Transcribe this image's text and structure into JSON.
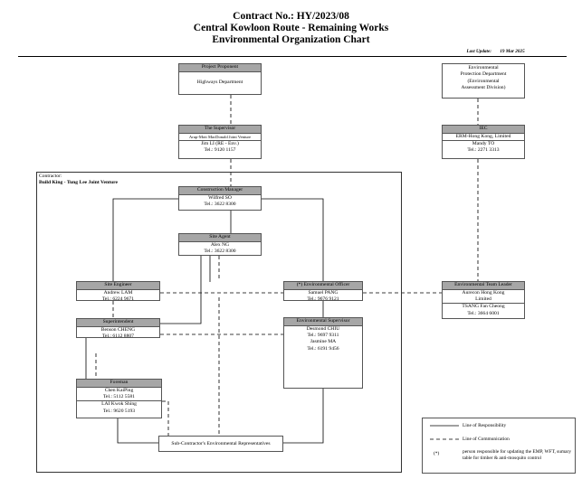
{
  "title": {
    "line1": "Contract No.: HY/2023/08",
    "line2": "Central Kowloon Route - Remaining Works",
    "line3": "Environmental Organization Chart"
  },
  "last_update": {
    "label": "Last Update:",
    "date": "19 Mar 2025"
  },
  "contractor": {
    "label": "Contractor:",
    "name": "Build King - Tung Lee Joint Venture"
  },
  "boxes": {
    "project_proponent": {
      "header": "Project Proponent",
      "org": "Highways Department"
    },
    "epd": {
      "line1": "Environmental",
      "line2": "Protection Department",
      "line3": "(Environmental",
      "line4": "Assessment Division)"
    },
    "supervisor": {
      "header": "The Supervisor",
      "org": "Arup-Mott MacDonald Joint Venture",
      "person": "Jim LI (RE - Env.)",
      "tel": "Tel.: 9120 1157"
    },
    "iec": {
      "header": "IEC",
      "org": "ERM-Hong Kong, Limited",
      "person": "Mandy TO",
      "tel": "Tel.: 2271 3313"
    },
    "construction_manager": {
      "header": "Construction Manager",
      "person": "Wilfred SO",
      "tel": "Tel.: 3622 8300"
    },
    "site_agent": {
      "header": "Site Agent",
      "person": "Alex NG",
      "tel": "Tel.: 3622 8300"
    },
    "site_engineer": {
      "header": "Site Engineer",
      "person": "Andrew LAM",
      "tel": "Tel.: 6224 9671"
    },
    "environmental_officer": {
      "header": "(*) Environmental Officer",
      "person": "Samuel PANG",
      "tel": "Tel.: 9676 9121"
    },
    "superintendent": {
      "header": "Superintendent",
      "person": "Benson CHENG",
      "tel": "Tel.: 6112 8807"
    },
    "environmental_supervisor": {
      "header": "Environmental Supervisor",
      "person1": "Desmond CHIU",
      "tel1": "Tel.: 9697 9311",
      "person2": "Jasmine MA",
      "tel2": "Tel.: 6191 9456"
    },
    "foreman": {
      "header": "Foreman",
      "person1": "Chen KaiPing",
      "tel1": "Tel.: 5112 5581",
      "person2": "LAI Kwok Shing",
      "tel2": "Tel.: 9620 5193"
    },
    "et_leader": {
      "header": "Environmental Team Leader",
      "org1": "Aurecon Hong Kong",
      "org2": "Limited",
      "person": "TSANG Fan Cheong",
      "tel": "Tel.: 3664 6001"
    },
    "subcontractor": {
      "label": "Sub-Contractor's Environmental Representatives"
    }
  },
  "legend": {
    "responsibility": "Line of Responsibility",
    "communication": "Line of Communication",
    "star": "(*)",
    "note": "person responsible for updating the EMP, WFT, sumary table for timber & anti-mosquito control"
  }
}
